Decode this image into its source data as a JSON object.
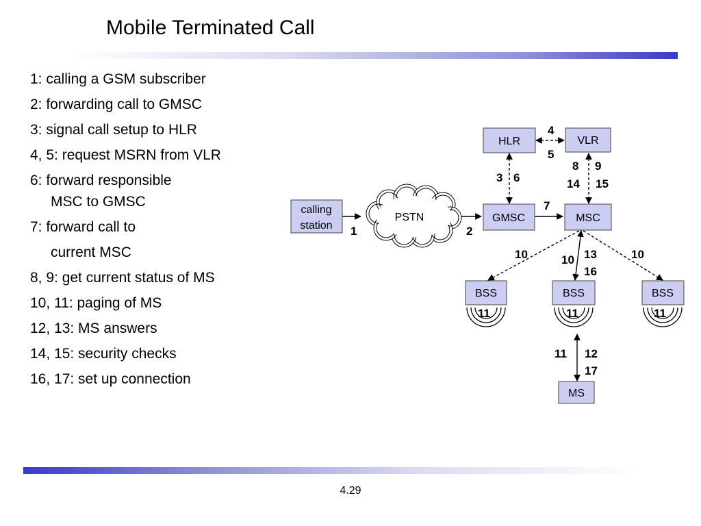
{
  "slide": {
    "title": "Mobile Terminated Call",
    "page_number": "4.29"
  },
  "steps": [
    {
      "line1": "1: calling a GSM subscriber"
    },
    {
      "line1": "2: forwarding call to GMSC"
    },
    {
      "line1": "3: signal call setup to HLR"
    },
    {
      "line1": "4, 5: request MSRN from VLR"
    },
    {
      "line1": "6: forward responsible",
      "line2": "MSC to GMSC"
    },
    {
      "line1": "7: forward call to"
    },
    {
      "line1": "current MSC"
    },
    {
      "line1": "8, 9: get current status of MS"
    },
    {
      "line1": "10, 11: paging of MS"
    },
    {
      "line1": "12, 13: MS answers"
    },
    {
      "line1": "14, 15: security checks"
    },
    {
      "line1": "16, 17: set up connection"
    }
  ],
  "diagram": {
    "nodes": {
      "calling_station": {
        "line1": "calling",
        "line2": "station"
      },
      "pstn": "PSTN",
      "gmsc": "GMSC",
      "msc": "MSC",
      "hlr": "HLR",
      "vlr": "VLR",
      "bss_left": "BSS",
      "bss_middle": "BSS",
      "bss_right": "BSS",
      "ms": "MS"
    },
    "labels": {
      "n1": "1",
      "n2": "2",
      "n3": "3",
      "n4": "4",
      "n5": "5",
      "n6": "6",
      "n7": "7",
      "n8": "8",
      "n9": "9",
      "n14": "14",
      "n15": "15",
      "n10_left": "10",
      "n10_mid": "10",
      "n13": "13",
      "n16": "16",
      "n10_right": "10",
      "n11_left": "11",
      "n11_mid": "11",
      "n11_right": "11",
      "n11_ms": "11",
      "n12": "12",
      "n17": "17"
    }
  }
}
